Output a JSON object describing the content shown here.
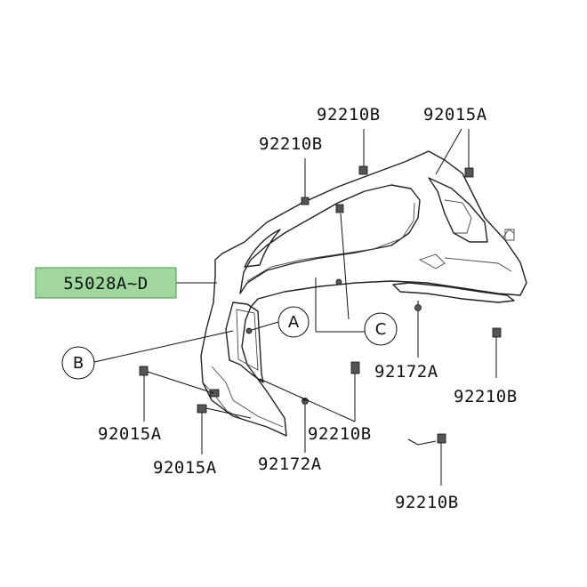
{
  "highlight_color": "#9fd79f",
  "main_part": "55028A~D",
  "part_labels": [
    "92210B",
    "92015A",
    "92210B",
    "92172A",
    "92210B",
    "92015A",
    "92210B",
    "92015A",
    "92172A",
    "92210B"
  ],
  "callouts": [
    "A",
    "B",
    "C"
  ]
}
